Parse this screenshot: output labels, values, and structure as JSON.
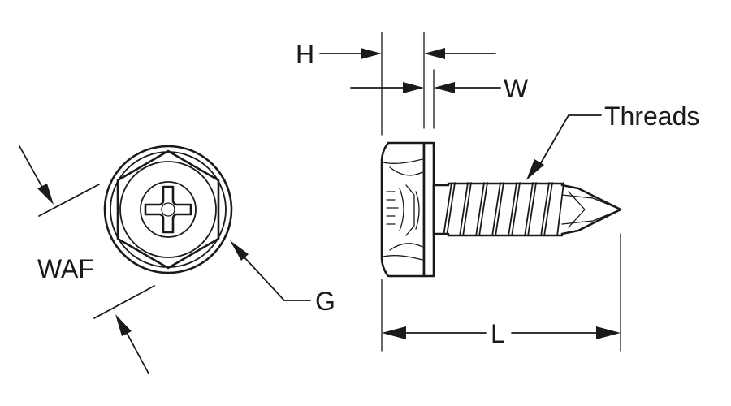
{
  "labels": {
    "h": "H",
    "w": "W",
    "threads": "Threads",
    "waf": "WAF",
    "g": "G",
    "l": "L"
  },
  "colors": {
    "line": "#1a1a1a",
    "background": "#ffffff"
  }
}
